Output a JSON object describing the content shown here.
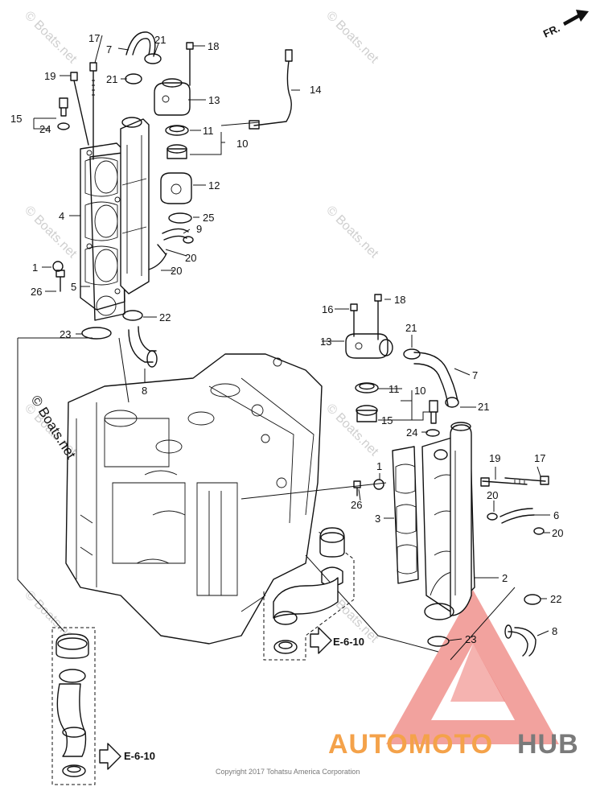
{
  "fr_label": "FR.",
  "watermarks": [
    "© Boats.net",
    "© Boats.net",
    "© Boats.net",
    "© Boats.net",
    "© Boats.net",
    "© Boats.net",
    "© Boats.net",
    "© Boats.net"
  ],
  "side_watermark": "© Boats.net",
  "refs": {
    "ref_mid": "E-6-10",
    "ref_low": "E-6-10"
  },
  "labels": {
    "l17a": "17",
    "l7a": "7",
    "l21a": "21",
    "l18a": "18",
    "l19a": "19",
    "l21b": "21",
    "l13a": "13",
    "l14": "14",
    "l15a": "15",
    "l24a": "24",
    "l11a": "11",
    "l10a": "10",
    "l4": "4",
    "l12": "12",
    "l25": "25",
    "l9": "9",
    "l20a": "20",
    "l1a": "1",
    "l20b": "20",
    "l26a": "26",
    "l5": "5",
    "l22a": "22",
    "l23a": "23",
    "l8a": "8",
    "l16": "16",
    "l18b": "18",
    "l13b": "13",
    "l21c": "21",
    "l7b": "7",
    "l11b": "11",
    "l10b": "10",
    "l21d": "21",
    "l15b": "15",
    "l24b": "24",
    "l1b": "1",
    "l19b": "19",
    "l17b": "17",
    "l26b": "26",
    "l3": "3",
    "l20c": "20",
    "l6": "6",
    "l20d": "20",
    "l2": "2",
    "l22b": "22",
    "l8b": "8",
    "l23b": "23"
  },
  "copyright": "Copyright 2017 Tohatsu America Corporation",
  "brand": {
    "part1": "AUTOMOTO",
    "part2": "HUB",
    "color1": "#f4a24a",
    "color2": "#7a7a7a",
    "triangle_color": "#e8564f"
  }
}
